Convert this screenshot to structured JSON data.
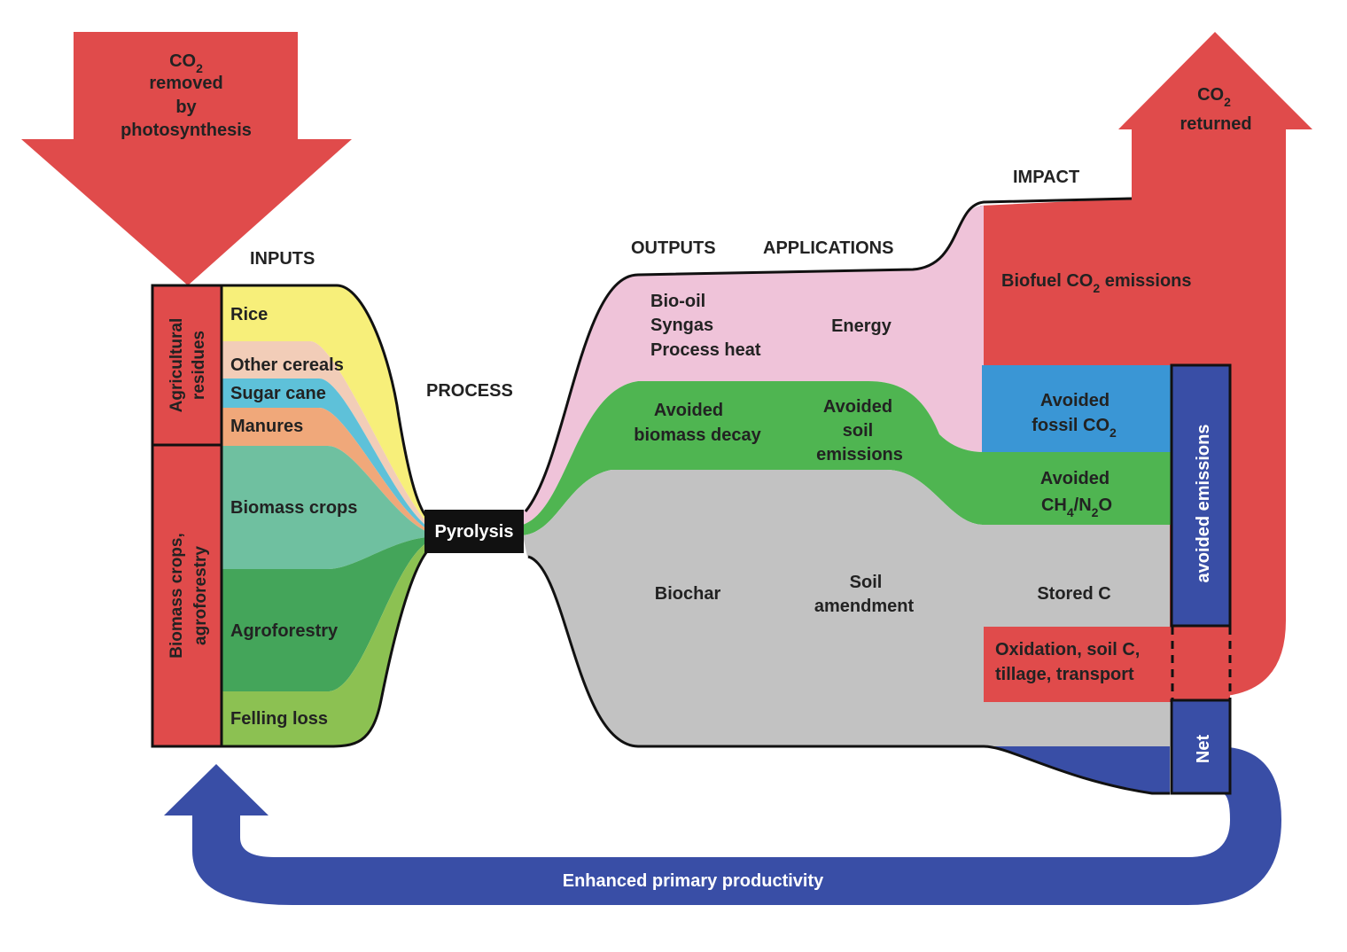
{
  "colors": {
    "red": "#e04b4b",
    "yellow": "#f7ef7a",
    "peach": "#f2cdb8",
    "cyan": "#5ec1d9",
    "orange": "#f0a87a",
    "teal": "#6fc0a0",
    "dark_green": "#44a55a",
    "light_green": "#8cc152",
    "pink": "#efc3d9",
    "green": "#4fb551",
    "gray": "#c2c2c2",
    "blue": "#3a96d5",
    "navy": "#394ea6",
    "black": "#111111"
  },
  "top_arrow": {
    "line1": "CO",
    "sub": "2",
    "line2": "removed",
    "line3": "by",
    "line4": "photosynthesis"
  },
  "returned_arrow": {
    "line1": "CO",
    "sub": "2",
    "line2": "returned"
  },
  "headers": {
    "inputs": "INPUTS",
    "process": "PROCESS",
    "outputs": "OUTPUTS",
    "applications": "APPLICATIONS",
    "impact": "IMPACT"
  },
  "input_groups": {
    "agricultural": {
      "line1": "Agricultural",
      "line2": "residues"
    },
    "biomass": {
      "line1": "Biomass crops,",
      "line2": "agroforestry"
    }
  },
  "inputs": {
    "rice": "Rice",
    "other_cereals": "Other cereals",
    "sugar_cane": "Sugar cane",
    "manures": "Manures",
    "biomass_crops": "Biomass crops",
    "agroforestry": "Agroforestry",
    "felling_loss": "Felling loss"
  },
  "process": {
    "pyrolysis": "Pyrolysis"
  },
  "outputs": {
    "bio_oil": "Bio-oil",
    "syngas": "Syngas",
    "process_heat": "Process heat",
    "avoided_decay_1": "Avoided",
    "avoided_decay_2": "biomass decay",
    "biochar": "Biochar"
  },
  "applications": {
    "energy": "Energy",
    "avoided_soil_1": "Avoided",
    "avoided_soil_2": "soil",
    "avoided_soil_3": "emissions",
    "soil_1": "Soil",
    "soil_2": "amendment"
  },
  "impact": {
    "biofuel_pre": "Biofuel CO",
    "biofuel_sub": "2",
    "biofuel_post": " emissions",
    "fossil_1": "Avoided",
    "fossil_2": "fossil CO",
    "fossil_sub": "2",
    "ch4_1": "Avoided",
    "ch4_a": "CH",
    "ch4_sub1": "4",
    "ch4_b": "/N",
    "ch4_sub2": "2",
    "ch4_c": "O",
    "stored_c": "Stored C",
    "oxidation_1": "Oxidation, soil C,",
    "oxidation_2": "tillage, transport",
    "avoided_emissions": "avoided emissions",
    "net": "Net"
  },
  "feedback": {
    "label": "Enhanced primary productivity"
  }
}
